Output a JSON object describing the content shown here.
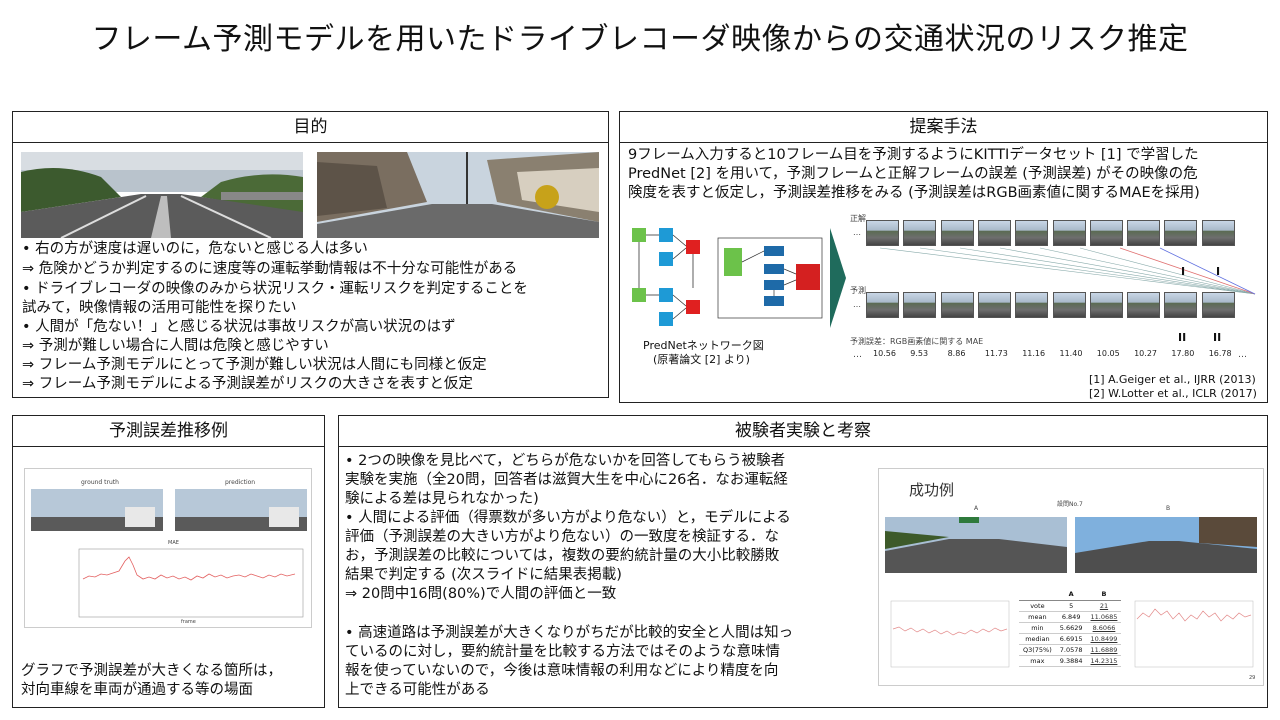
{
  "title": "フレーム予測モデルを用いたドライブレコーダ映像からの交通状況のリスク推定",
  "purpose": {
    "heading": "目的",
    "bullets": [
      "•  右の方が速度は遅いのに，危ないと感じる人は多い",
      "    ⇒ 危険かどうか判定するのに速度等の運転挙動情報は不十分な可能性がある",
      "•  ドライブレコーダの映像のみから状況リスク・運転リスクを判定することを",
      "    試みて，映像情報の活用可能性を探りたい",
      "•  人間が「危ない！」と感じる状況は事故リスクが高い状況のはず",
      "    ⇒ 予測が難しい場合に人間は危険と感じやすい",
      "    ⇒ フレーム予測モデルにとって予測が難しい状況は人間にも同様と仮定",
      "    ⇒ フレーム予測モデルによる予測誤差がリスクの大きさを表すと仮定"
    ]
  },
  "method": {
    "heading": "提案手法",
    "lines": [
      "9フレーム入力すると10フレーム目を予測するようにKITTIデータセット [1] で学習した",
      "PredNet [2] を用いて，予測フレームと正解フレームの誤差 (予測誤差) がその映像の危",
      "険度を表すと仮定し，予測誤差推移をみる (予測誤差はRGB画素値に関するMAEを採用)"
    ],
    "network_caption_1": "PredNetネットワーク図",
    "network_caption_2": "(原著論文 [2] より)",
    "row_label_truth": "正解",
    "row_label_pred": "予測",
    "error_label": "予測誤差：RGB画素値に関する MAE",
    "mae_values": [
      "10.56",
      "9.53",
      "8.86",
      "11.73",
      "11.16",
      "11.40",
      "10.05",
      "10.27",
      "17.80",
      "16.78"
    ],
    "ellipsis": "…",
    "mark_1": "I",
    "mark_2": "II",
    "ref_1": "[1] A.Geiger et al., IJRR (2013)",
    "ref_2": "[2] W.Lotter et al., ICLR (2017)"
  },
  "transition": {
    "heading": "予測誤差推移例",
    "img_left_label": "ground truth",
    "img_right_label": "prediction",
    "plot_title": "MAE",
    "plot_xlabel": "frame",
    "caption_1": "グラフで予測誤差が大きくなる箇所は，",
    "caption_2": "対向車線を車両が通過する等の場面"
  },
  "experiment": {
    "heading": "被験者実験と考察",
    "lines": [
      "•  2つの映像を見比べて，どちらが危ないかを回答してもらう被験者",
      "    実験を実施（全20問，回答者は滋賀大生を中心に26名．なお運転経",
      "    験による差は見られなかった)",
      "•  人間による評価（得票数が多い方がより危ない）と，モデルによる",
      "    評価（予測誤差の大きい方がより危ない）の一致度を検証する．な",
      "    お，予測誤差の比較については，複数の要約統計量の大小比較勝敗",
      "    結果で判定する (次スライドに結果表掲載)",
      "    ⇒ 20問中16問(80%)で人間の評価と一致"
    ],
    "lines_2": [
      "•  高速道路は予測誤差が大きくなりがちだが比較的安全と人間は知っ",
      "    ているのに対し，要約統計量を比較する方法ではそのような意味情",
      "    報を使っていないので，今後は意味情報の利用などにより精度を向",
      "    上できる可能性がある"
    ],
    "success_title": "成功例",
    "question_no": "設問No.7",
    "label_a": "A",
    "label_b": "B",
    "page_no": "29",
    "table": {
      "headers": [
        "",
        "A",
        "B"
      ],
      "rows": [
        [
          "vote",
          "5",
          "21"
        ],
        [
          "mean",
          "6.849",
          "11.0685"
        ],
        [
          "min",
          "5.6629",
          "8.6066"
        ],
        [
          "median",
          "6.6915",
          "10.8499"
        ],
        [
          "Q3(75%)",
          "7.0578",
          "11.6889"
        ],
        [
          "max",
          "9.3884",
          "14.2315"
        ]
      ]
    }
  }
}
